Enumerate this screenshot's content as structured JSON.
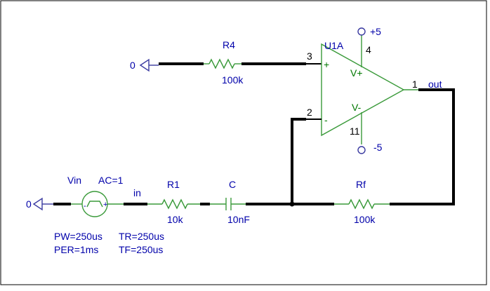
{
  "nets": {
    "ground_left": "0",
    "ground_top": "0",
    "in": "in",
    "out": "out",
    "vpos": "+5",
    "vneg": "-5"
  },
  "opamp": {
    "ref": "U1A",
    "vplus": "V+",
    "vminus": "V-",
    "plus_sign": "+",
    "minus_sign": "-",
    "pins": {
      "noninv": "3",
      "inv": "2",
      "out": "1",
      "vcc": "4",
      "vee": "11"
    }
  },
  "components": {
    "r4": {
      "name": "R4",
      "value": "100k"
    },
    "r1": {
      "name": "R1",
      "value": "10k"
    },
    "c": {
      "name": "C",
      "value": "10nF"
    },
    "rf": {
      "name": "Rf",
      "value": "100k"
    }
  },
  "source": {
    "name": "Vin",
    "ac": "AC=1",
    "params": {
      "pw": "PW=250us",
      "per": "PER=1ms",
      "tr": "TR=250us",
      "tf": "TF=250us"
    }
  },
  "colors": {
    "wire": "#000000",
    "labels": "#0000aa",
    "symbols": "#3a9a3a",
    "ground": "#3a3aa0"
  }
}
